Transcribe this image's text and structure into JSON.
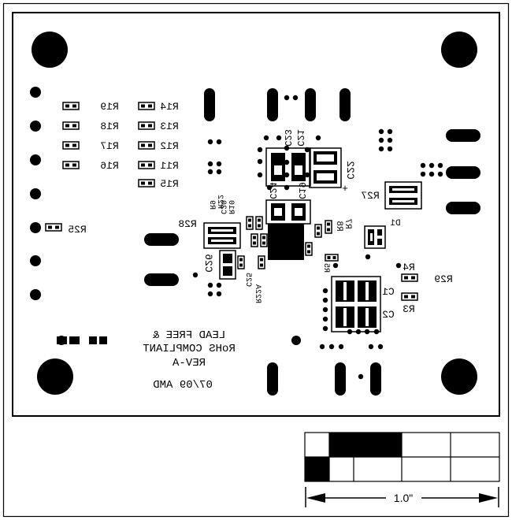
{
  "refdes": {
    "r19": "R19",
    "r18": "R18",
    "r17": "R17",
    "r16": "R16",
    "r14": "R14",
    "r13": "R13",
    "r12": "R12",
    "r11": "R11",
    "r15": "R15",
    "r25": "R25",
    "r28": "R28",
    "r27": "R27",
    "r29": "R29",
    "r4": "R4",
    "r3": "R3",
    "r7": "R7",
    "r8": "R8",
    "r5": "R5",
    "r9": "R9",
    "r10": "R10",
    "r22": "R22",
    "r22a": "R22A",
    "c1": "C1",
    "c2": "C2",
    "c19": "C19",
    "c20": "C20",
    "c21": "C21",
    "c22": "C22",
    "c23": "C23",
    "c24": "C24",
    "c25": "C25",
    "c26": "C26",
    "d1": "D1",
    "plus": "+"
  },
  "notes": {
    "line1": "LEAD FREE &",
    "line2": "RoHS COMPLIANT",
    "line3": "REV-A",
    "line4": "07/09 AMD"
  },
  "scale": {
    "label": "1.0\""
  }
}
